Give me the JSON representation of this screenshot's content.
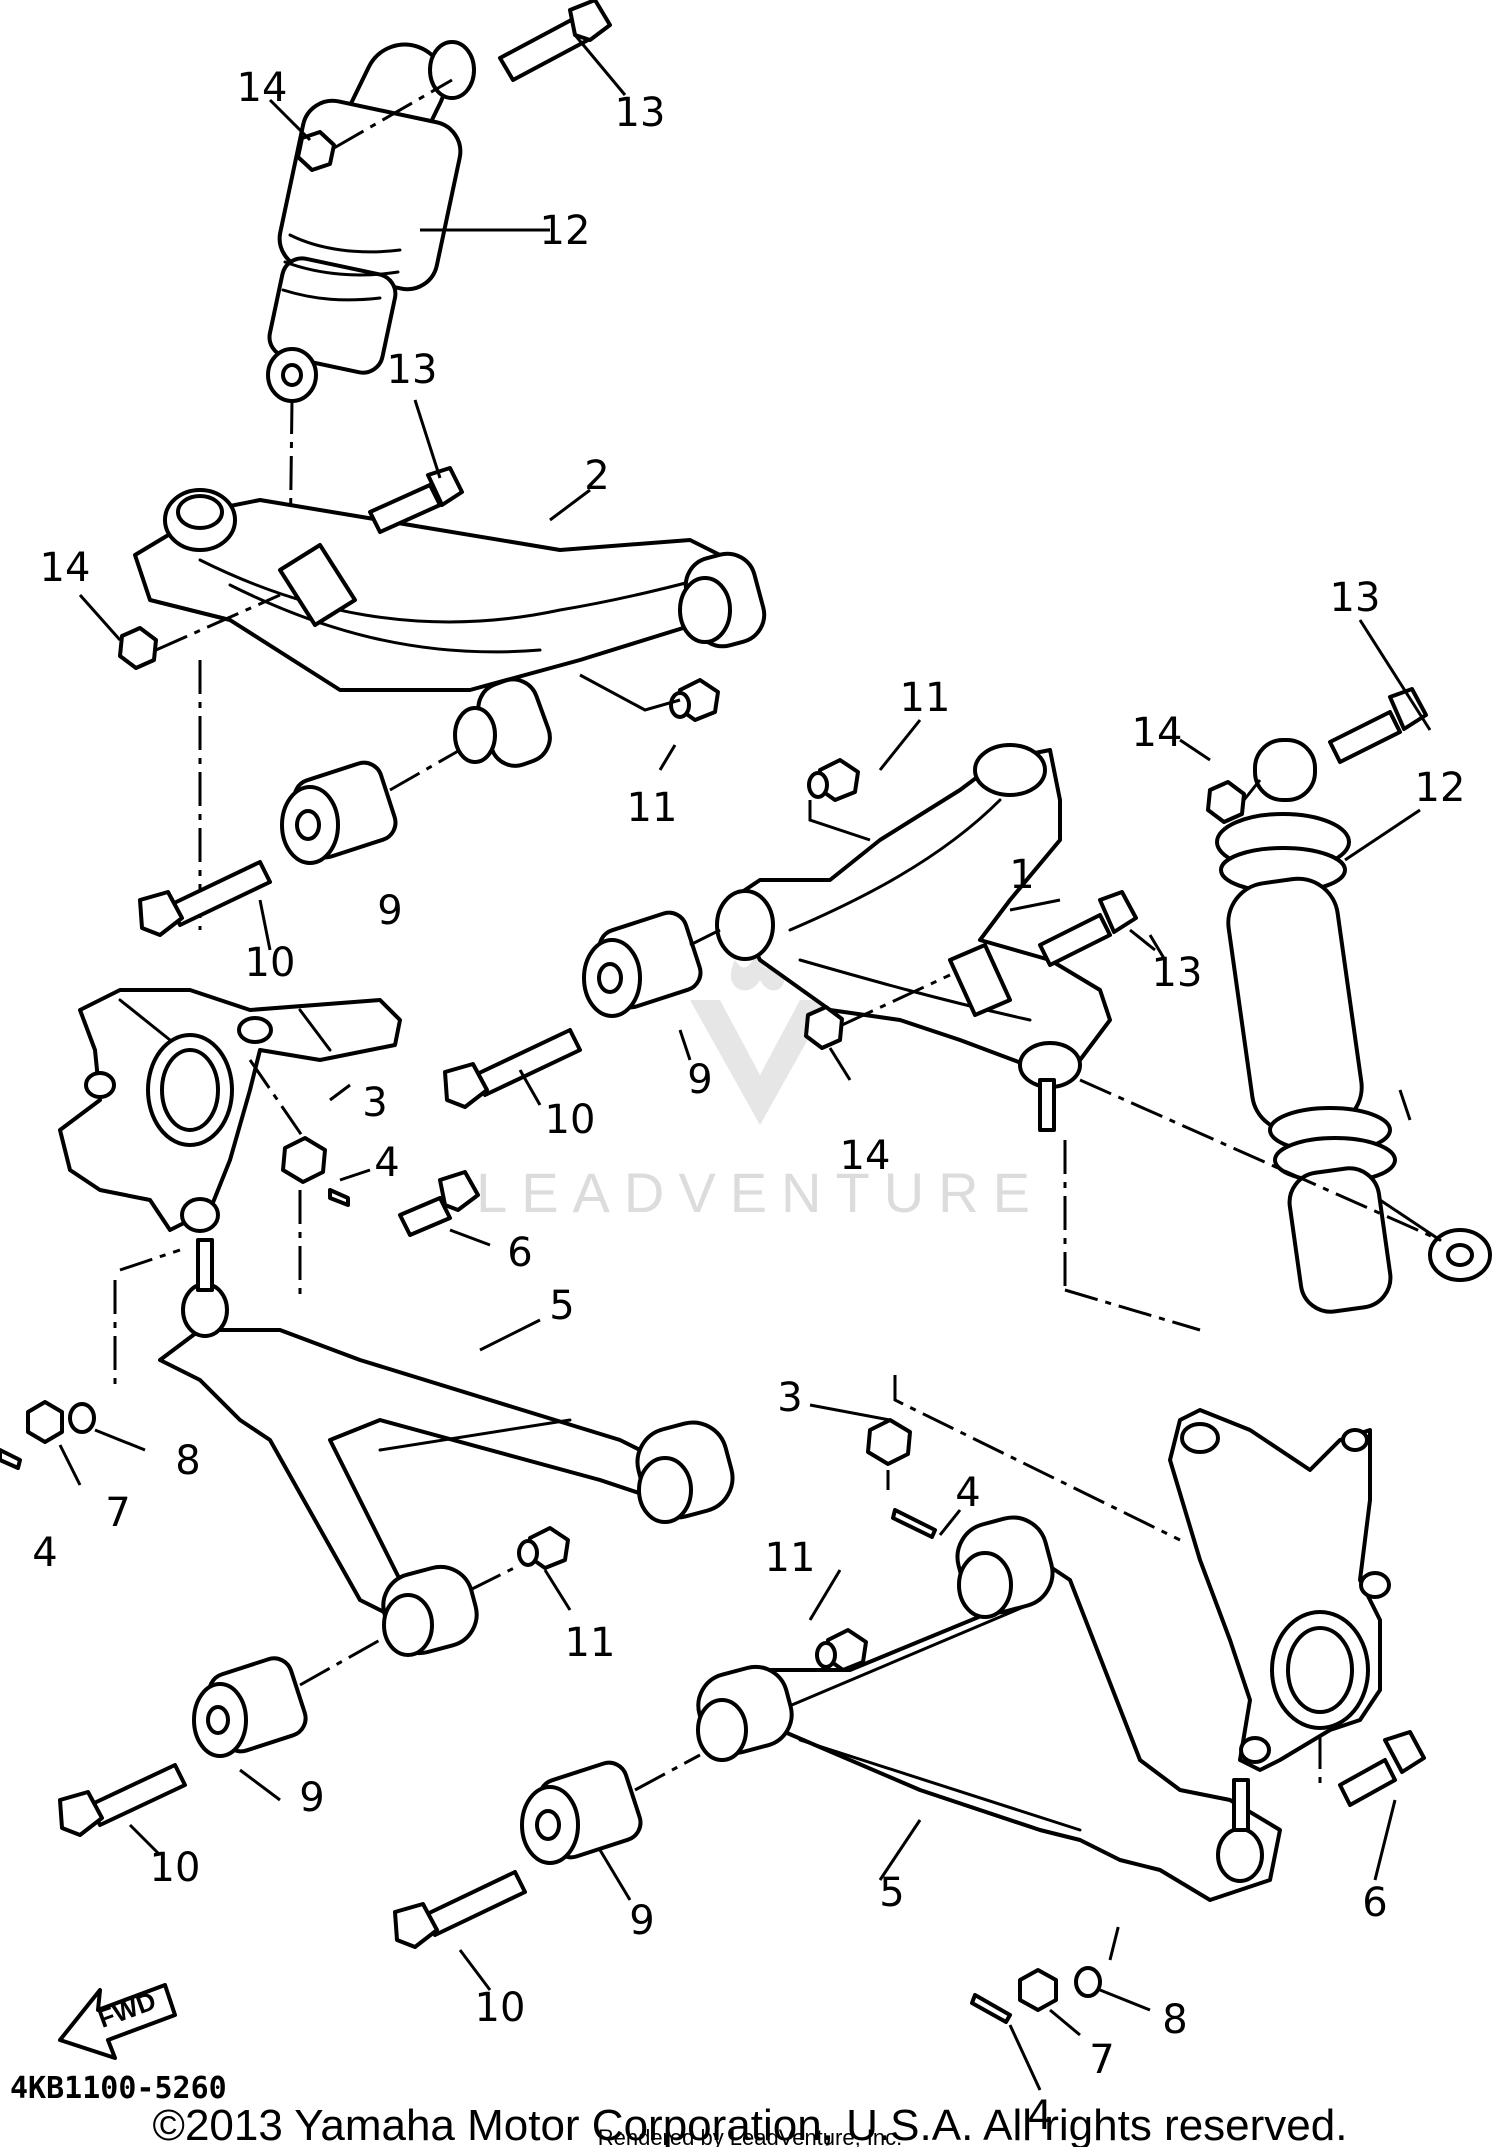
{
  "callouts": {
    "c1": "1",
    "c2": "2",
    "c3a": "3",
    "c3b": "3",
    "c4a": "4",
    "c4b": "4",
    "c4c": "4",
    "c4d": "4",
    "c5a": "5",
    "c5b": "5",
    "c6a": "6",
    "c6b": "6",
    "c7a": "7",
    "c7b": "7",
    "c8a": "8",
    "c8b": "8",
    "c9a": "9",
    "c9b": "9",
    "c9c": "9",
    "c9d": "9",
    "c10a": "10",
    "c10b": "10",
    "c10c": "10",
    "c10d": "10",
    "c11a": "11",
    "c11b": "11",
    "c11c": "11",
    "c11d": "11",
    "c12a": "12",
    "c12b": "12",
    "c13a": "13",
    "c13b": "13",
    "c13c": "13",
    "c13d": "13",
    "c14a": "14",
    "c14b": "14",
    "c14c": "14",
    "c14d": "14"
  },
  "fwd_label": "FWD",
  "reference_code": "4KB1100-5260",
  "copyright": "©2013 Yamaha Motor Corporation, U.S.A. All rights reserved.",
  "rendered_by": "Rendered by LeadVenture, Inc.",
  "watermark": "LEADVENTURE"
}
